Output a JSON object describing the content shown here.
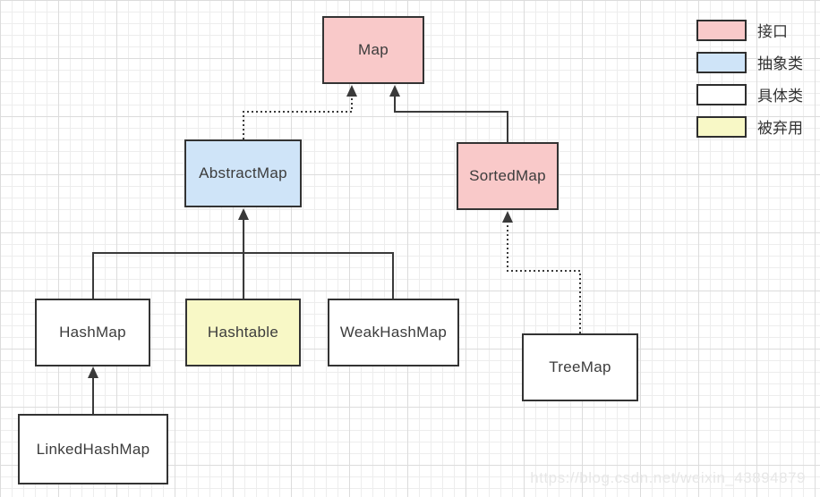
{
  "diagram": {
    "nodes": {
      "map": {
        "label": "Map",
        "type": "interface"
      },
      "abstract_map": {
        "label": "AbstractMap",
        "type": "abstract"
      },
      "sorted_map": {
        "label": "SortedMap",
        "type": "interface"
      },
      "hash_map": {
        "label": "HashMap",
        "type": "concrete"
      },
      "hashtable": {
        "label": "Hashtable",
        "type": "deprecated"
      },
      "weak_hash_map": {
        "label": "WeakHashMap",
        "type": "concrete"
      },
      "tree_map": {
        "label": "TreeMap",
        "type": "concrete"
      },
      "linked_hash_map": {
        "label": "LinkedHashMap",
        "type": "concrete"
      }
    },
    "edges": [
      {
        "from": "AbstractMap",
        "to": "Map",
        "line": "dotted"
      },
      {
        "from": "SortedMap",
        "to": "Map",
        "line": "solid"
      },
      {
        "from": "HashMap",
        "to": "AbstractMap",
        "line": "solid"
      },
      {
        "from": "Hashtable",
        "to": "AbstractMap",
        "line": "solid"
      },
      {
        "from": "WeakHashMap",
        "to": "AbstractMap",
        "line": "solid"
      },
      {
        "from": "TreeMap",
        "to": "SortedMap",
        "line": "dotted"
      },
      {
        "from": "LinkedHashMap",
        "to": "HashMap",
        "line": "solid"
      }
    ]
  },
  "legend": {
    "items": [
      {
        "label": "接口",
        "type": "interface",
        "color": "#f9c9c9"
      },
      {
        "label": "抽象类",
        "type": "abstract",
        "color": "#cfe4f8"
      },
      {
        "label": "具体类",
        "type": "concrete",
        "color": "#ffffff"
      },
      {
        "label": "被弃用",
        "type": "deprecated",
        "color": "#f8f8c6"
      }
    ]
  },
  "watermark": {
    "text": "https://blog.csdn.net/weixin_43894879"
  },
  "colors": {
    "interface": "#f9c9c9",
    "abstract": "#cfe4f8",
    "concrete": "#ffffff",
    "deprecated": "#f8f8c6",
    "node_border": "#333333",
    "connector": "#3a3a3a",
    "grid_minor": "#ededed",
    "grid_major": "#dcdcdc"
  }
}
